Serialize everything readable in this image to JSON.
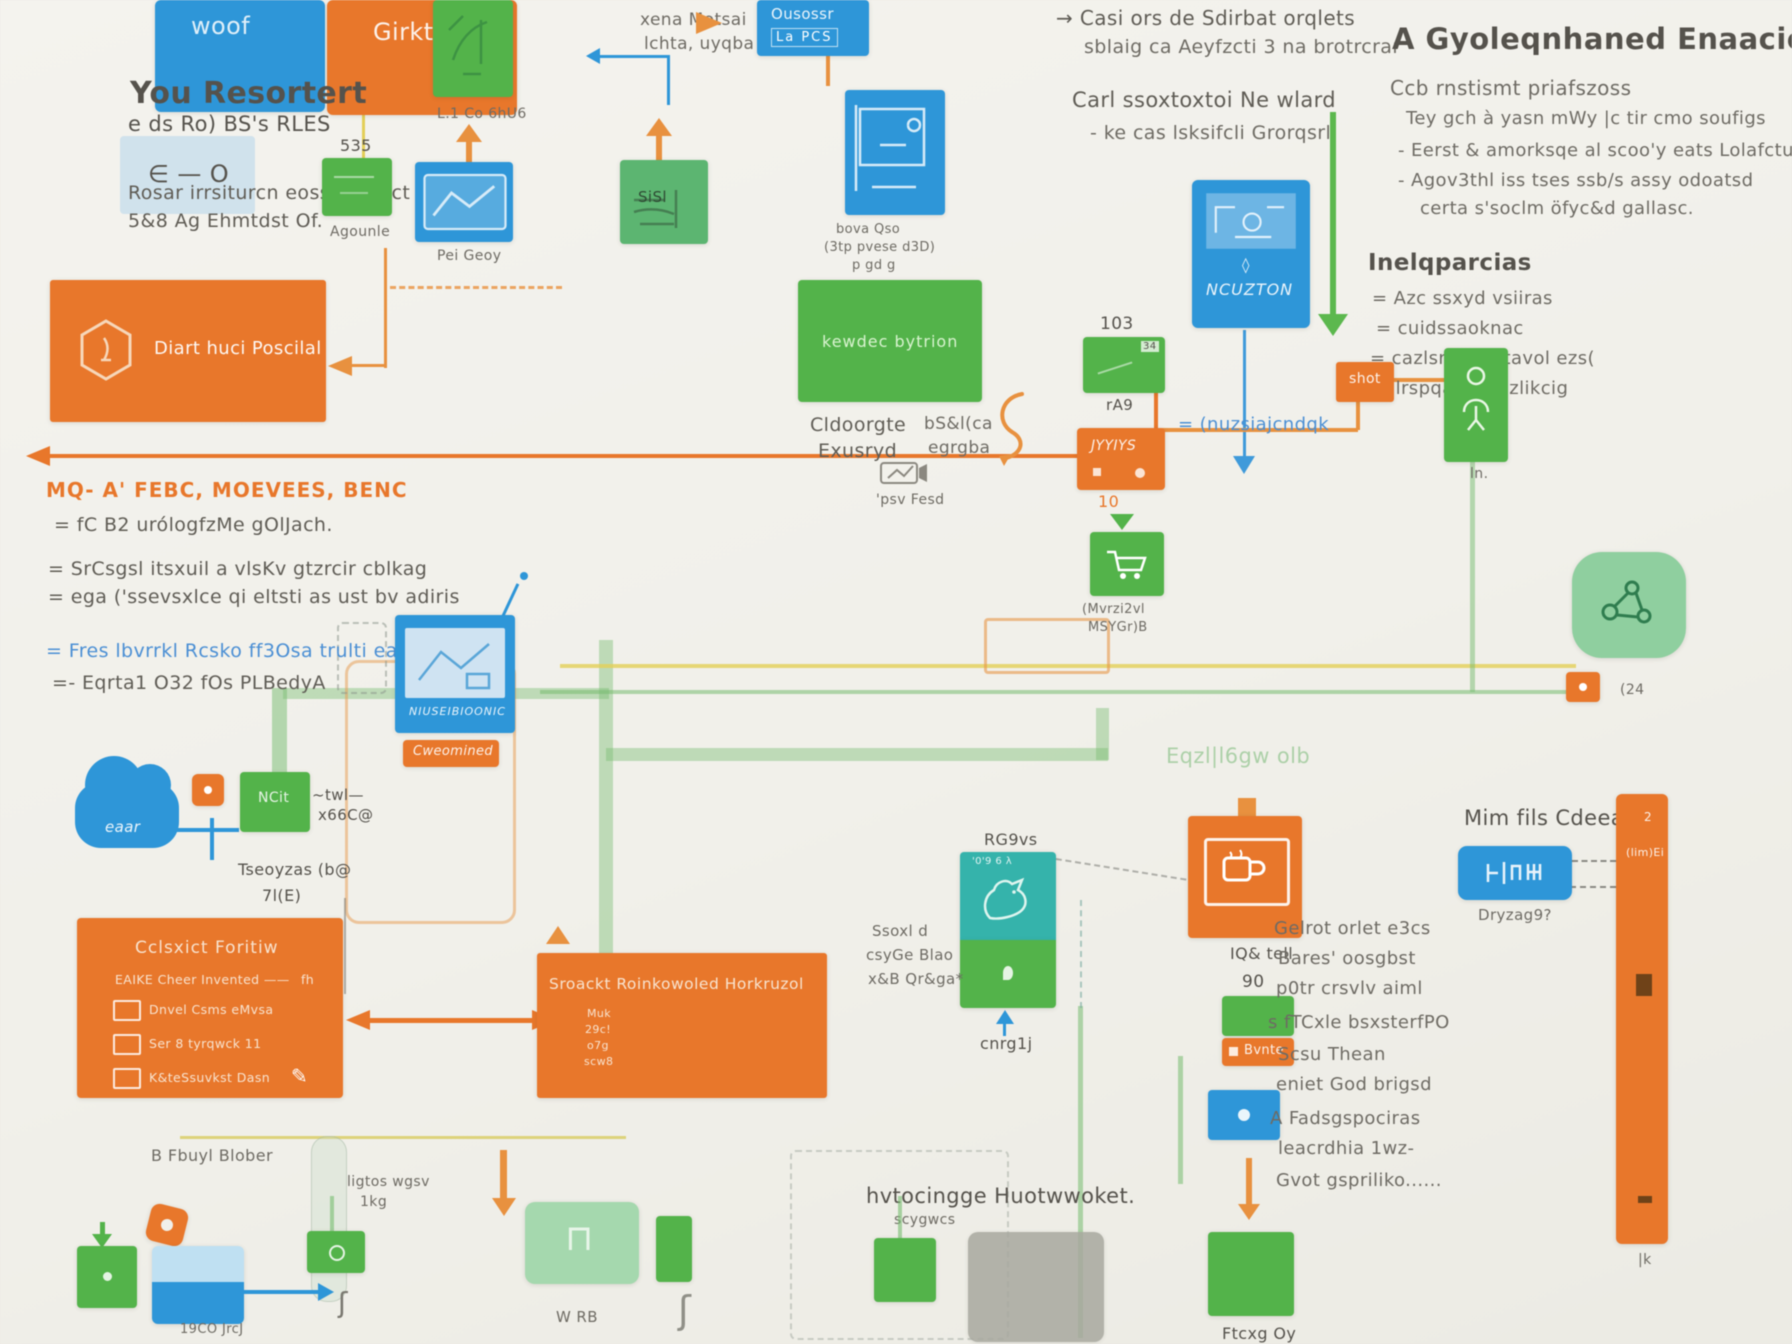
{
  "palette": {
    "orange": "#e8772b",
    "green": "#53b34a",
    "blue": "#2e96d8",
    "teal": "#35b3ab",
    "mint": "#a5d8ae",
    "yellow": "#e3cf58",
    "ink": "#55524c"
  },
  "top_left": {
    "tab_blue": "woof",
    "tab_orange": "Girkt",
    "heading": "You Resortert",
    "subheading": "e ds Ro) BS's RLES",
    "link_glyph": "∈ — O",
    "note1": "Rosar irrsiturcn eossin bouct",
    "note2": "5&8 Ag Ehmtdst Of."
  },
  "top_cluster": {
    "num_535": "535",
    "agounle": "Agounle",
    "l1co": "L.1 Co 6hU6",
    "pei_geoy": "Pei Geoy",
    "sisl": "SiSl",
    "xena1": "xena Motsai",
    "xena2": "lchta, uyqba"
  },
  "top_center": {
    "ousossr": "Ousossr",
    "la_pcs": "La PCS",
    "caption1": "bova Qso",
    "caption2": "(3tp pvese d3D)",
    "caption3": "p gd g",
    "note1": "→ Casi ors de Sdirbat orqlets",
    "note2": "sblaig ca Aeyfzcti 3 na brotrcrar",
    "note3": "Carl ssoxtoxtoi Ne wlard",
    "note4": "- ke cas lsksifcli Grorqsrl"
  },
  "top_right": {
    "heading": "A Gyoleqnhaned Enaacies",
    "subheading": "Ccb rnstismt priafszoss",
    "bullets": [
      "Tey gch à yasn mWy |c tir cmo soufigs",
      "- Eerst & amorksqe al scoo'y eats Lolafctur.",
      "- Agov3thl iss tses ssb/s assy odoatsd",
      "certa s'soclm öfyc&d gallasc."
    ]
  },
  "inel": {
    "heading": "Inelqparcias",
    "items": [
      "= Azc ssxyd vsiiras",
      "= cuidssaoknac",
      "= cazlsnlissl etavol ezs(",
      "= lrspqa (A ogzlikcig"
    ]
  },
  "ncc": {
    "label": "NCUZTON",
    "drop": "◊",
    "blue_note": "= (nuzsiajcndqk"
  },
  "cluster103": {
    "num": "103",
    "corner": "34",
    "ra9": "rA9",
    "orange_label": "JYYIYS",
    "glow": "10",
    "cart_caption1": "(Mvrzi2vl",
    "cart_caption2": "MSYGr)B"
  },
  "kewdec": {
    "label": "kewdec bytrion",
    "left1": "Cldoorgte",
    "left2": "Exusryd",
    "right1": "bS&l(ca",
    "right2": "egrgba",
    "sketch_caption": "'psv Fesd"
  },
  "diart": {
    "label": "Diart huci Poscilal"
  },
  "mq": {
    "heading": "MQ- A' FEBC, MOEVEES, BENC",
    "items_gray": [
      "= fC B2 urólogfzMe gOlJach.",
      "= SrCsgsl itsxuil a vlsKv gtzrcir cblkag",
      "= ega ('ssevsxlce qi eltsti as ust bv adiris"
    ],
    "item_blue": "= Fres lbvrrkl Rcsko ff3Osa trulti eass",
    "item_last": "=- Eqrta1 O32 fOs PLBedyA"
  },
  "monitor": {
    "label": "NIUSEIBIOONIC",
    "tag": "Cweomined"
  },
  "cloud_cluster": {
    "cloud": "eaar",
    "ncit": "NCit",
    "tw": "~twl—",
    "x66": "x66C@",
    "tseo1": "Tseoyzas (b@",
    "tseo2": "7l(E)"
  },
  "clsx": {
    "title": "Cclsxict Foritiw",
    "row0": "EAIKE Cheer Invented ——",
    "row0b": "fh",
    "rows": [
      "Dnvel Csms eMvsa",
      "Ser 8 tyrqwck 11",
      "K&teSsuvkst Dasn"
    ],
    "pencil": "✎",
    "caption": "B Fbuyl Blober"
  },
  "central": {
    "title": "Sroackt Roinkowoled Horkruzol",
    "stack": [
      "Muk",
      "29c!",
      "o7g",
      "scw8"
    ]
  },
  "horse": {
    "label_above": "RG9vs",
    "tiny": "'0'9 6 λ",
    "below": "cnrg1j",
    "note1": "Ssoxl d",
    "note2": "csyGe Blao",
    "note3": "x&B Qr&ga*"
  },
  "bottom_center": {
    "heading": "hvtocingge Huotwwoket.",
    "sub": "scygwcs",
    "wrb": "W RB",
    "squiggle": "ʃ"
  },
  "cup_column": {
    "label": "IQ& tell",
    "num": "90",
    "bvnte": "Bvnte",
    "ftcxg": "Ftcxg Oy"
  },
  "shot": {
    "label": "shot",
    "ln": "ln."
  },
  "right_col": {
    "eqzl": "Eqzl|l6gw olb",
    "heading": "Mim fils Cdeeaws",
    "blue_caption": "Dryzag9?",
    "l24": "(24",
    "bar_top": "2",
    "bar_mid": "(lim)Ei",
    "bar_lk": "|k",
    "lines": [
      "Gelrot orlet e3cs",
      "Bares' oosgbst",
      "p0tr crsvlv aiml",
      "s fTCxle bsxsterfPO",
      "Scsu Thean",
      "eniet God brigsd",
      "A Fadsgspociras",
      "leacrdhia 1wz-",
      "Gvot gspriliko......"
    ]
  },
  "bottom_left": {
    "tank_caption": "19CO JrcJ",
    "ligtos1": "ligtos wgsv",
    "ligtos2": "1kg"
  }
}
